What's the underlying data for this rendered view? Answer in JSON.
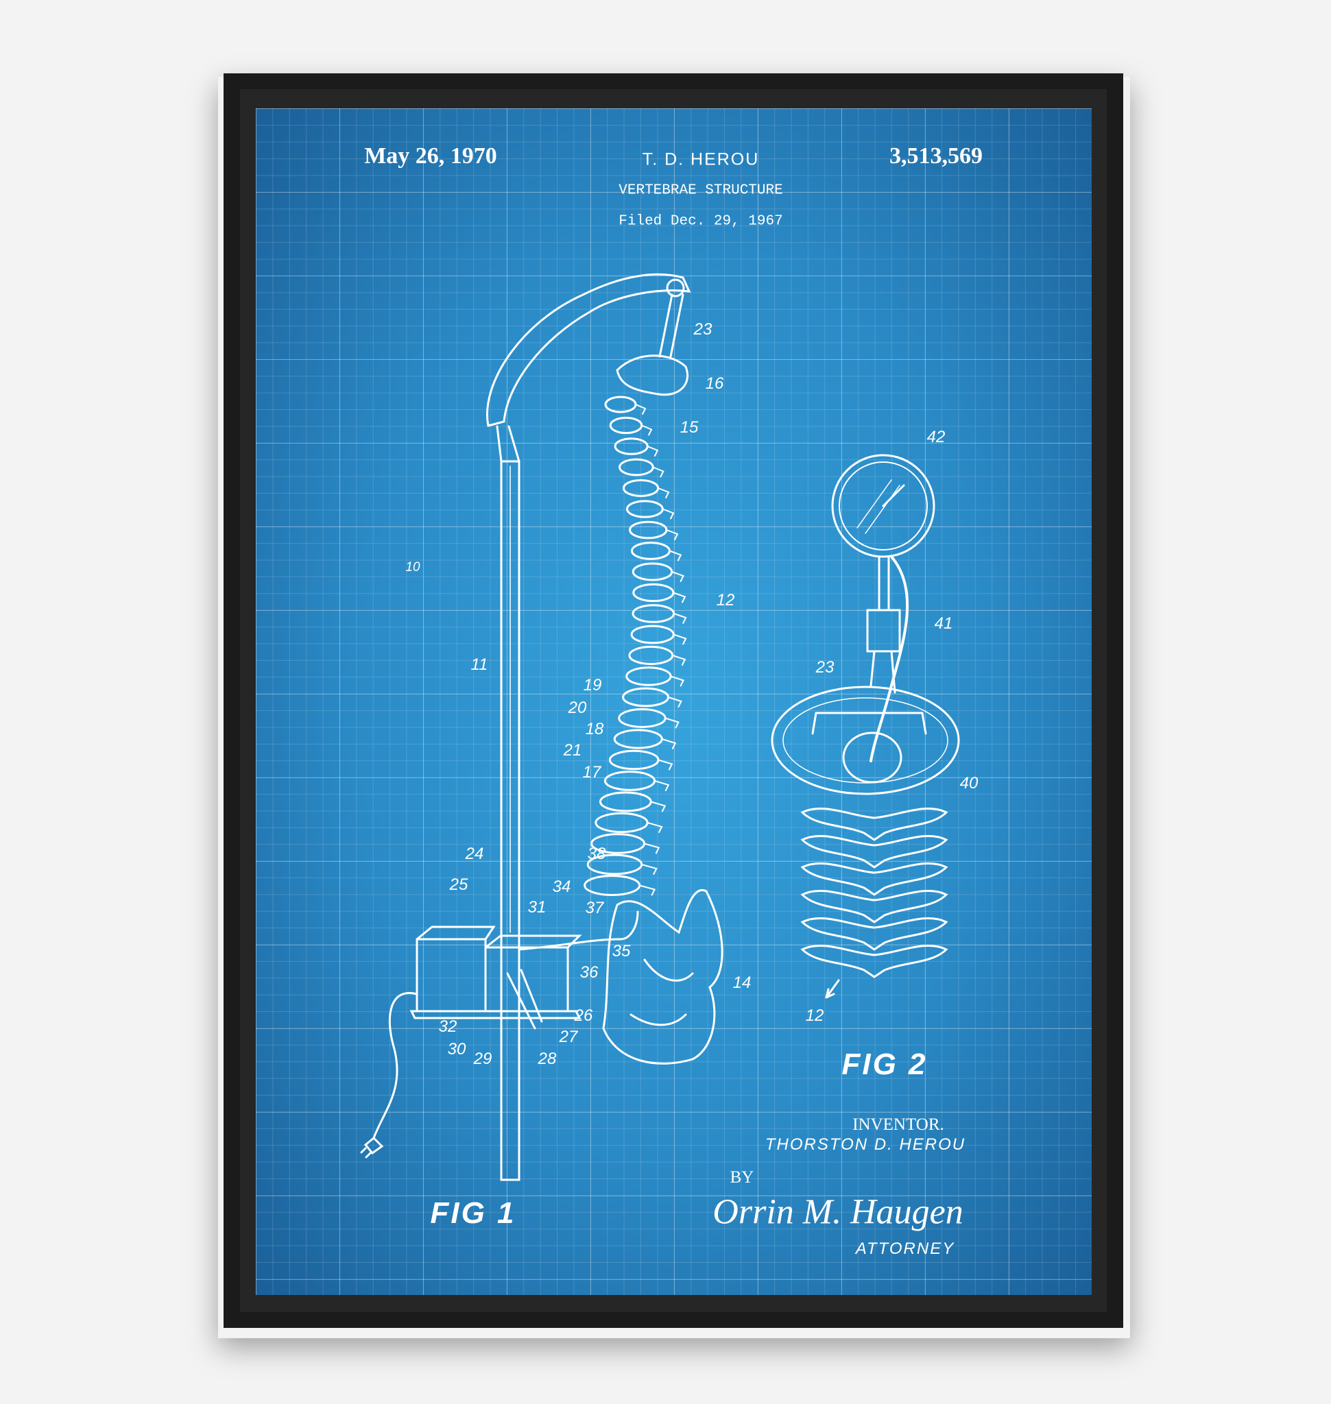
{
  "header": {
    "date": "May 26, 1970",
    "inventor_short": "T. D. HEROU",
    "patent_number": "3,513,569",
    "title": "VERTEBRAE STRUCTURE",
    "filed": "Filed Dec. 29, 1967"
  },
  "figures": {
    "fig1": "FIG 1",
    "fig2": "FIG 2"
  },
  "reference_numerals": [
    "23",
    "16",
    "15",
    "42",
    "10",
    "12",
    "11",
    "19",
    "20",
    "18",
    "21",
    "17",
    "41",
    "23",
    "40",
    "24",
    "38",
    "25",
    "34",
    "31",
    "37",
    "35",
    "36",
    "14",
    "26",
    "32",
    "27",
    "30",
    "29",
    "28",
    "12"
  ],
  "signature_block": {
    "inventor_label": "INVENTOR.",
    "inventor_name": "THORSTON D. HEROU",
    "by": "BY",
    "attorney_signature": "Orrin M. Haugen",
    "attorney_label": "ATTORNEY"
  },
  "colors": {
    "frame": "#1b1b1b",
    "blueprint": "#2a8ac6",
    "ink": "#ffffff"
  }
}
